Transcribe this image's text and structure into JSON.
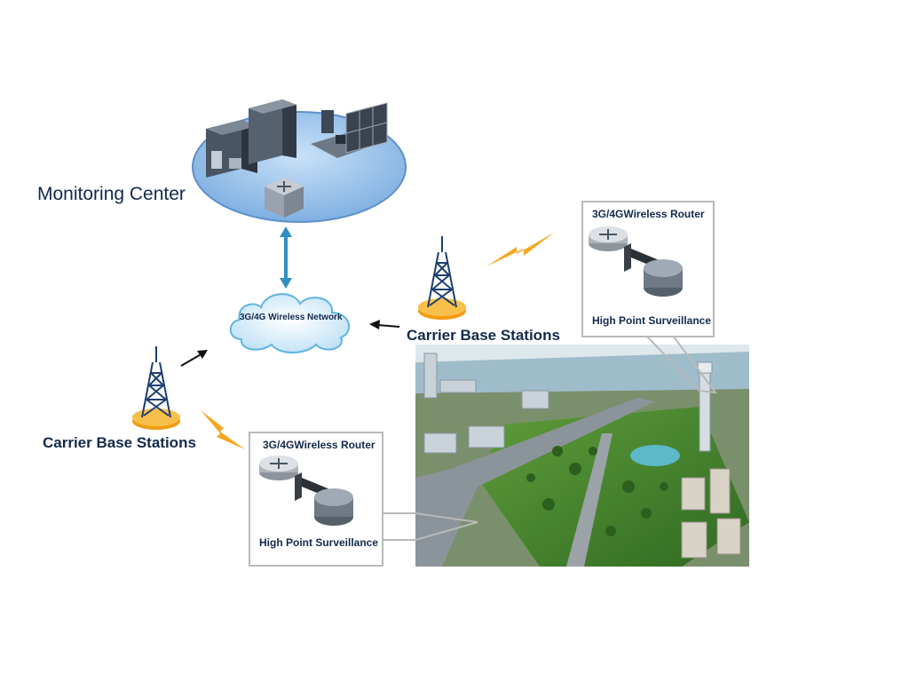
{
  "monitoring_center": {
    "label": "Monitoring Center"
  },
  "network": {
    "label": "3G/4G Wireless Network"
  },
  "stations": [
    {
      "label": "Carrier Base Stations"
    },
    {
      "label": "Carrier Base Stations"
    }
  ],
  "surveillance_units": [
    {
      "router_label": "3G/4GWireless Router",
      "camera_label": "High Point Surveillance"
    },
    {
      "router_label": "3G/4GWireless Router",
      "camera_label": "High Point Surveillance"
    }
  ],
  "colors": {
    "title_text": "#13294b",
    "platform": "#9cc3ea",
    "cloud": "#d9eefa",
    "link_arrow": "#2f8fc1",
    "signal": "#f5a623",
    "tower": "#1d3f73",
    "tower_base": "#f7b733"
  },
  "icons": [
    "server-rack-icon",
    "workstation-icon",
    "video-wall-icon",
    "switch-icon",
    "cloud-icon",
    "cell-tower-icon",
    "lightning-signal-icon",
    "router-icon",
    "camera-icon"
  ]
}
